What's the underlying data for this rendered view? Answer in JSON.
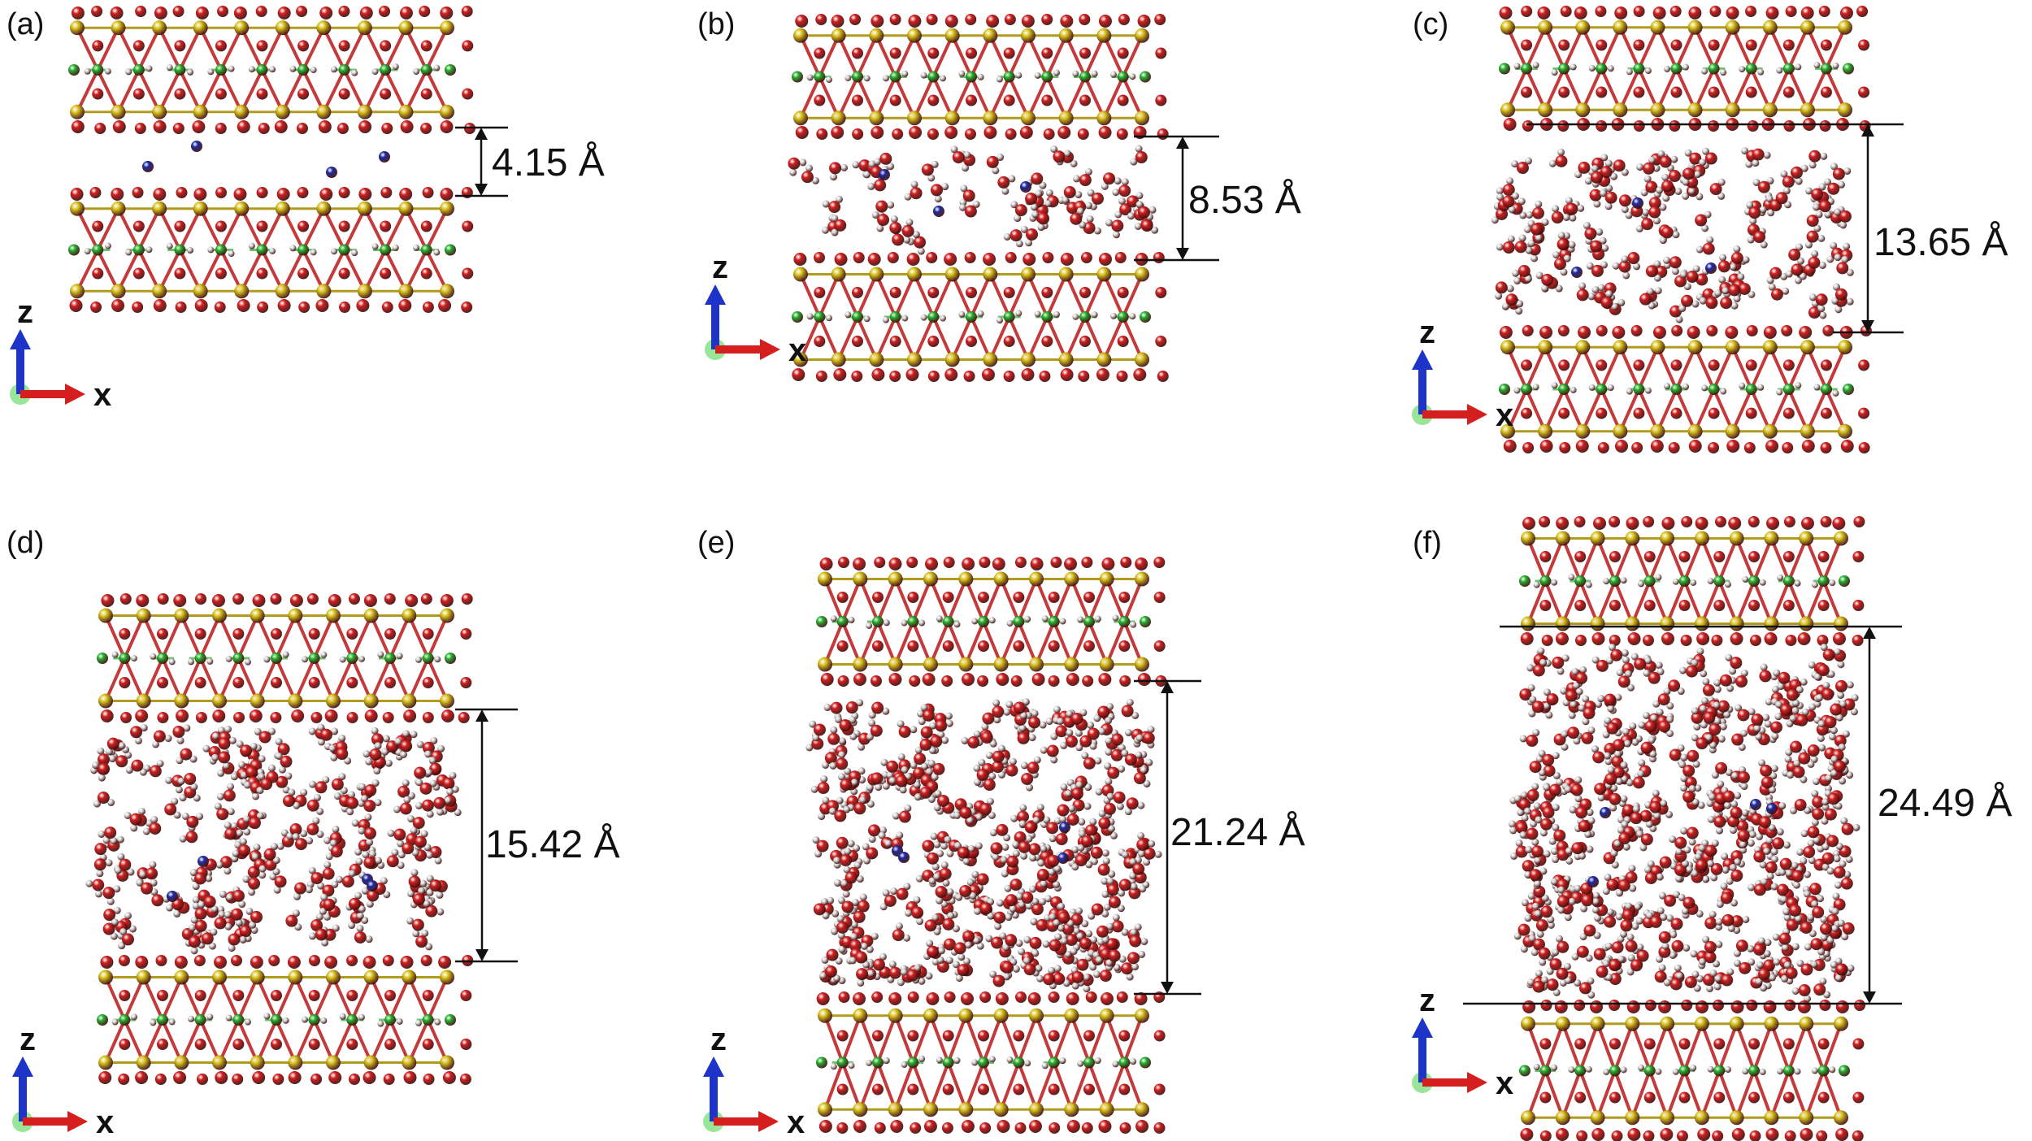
{
  "panels": [
    {
      "label": "(a)",
      "distance": "4.15 Å"
    },
    {
      "label": "(b)",
      "distance": "8.53 Å"
    },
    {
      "label": "(c)",
      "distance": "13.65 Å"
    },
    {
      "label": "(d)",
      "distance": "15.42 Å"
    },
    {
      "label": "(e)",
      "distance": "21.24 Å"
    },
    {
      "label": "(f)",
      "distance": "24.49 Å"
    }
  ],
  "axes": {
    "z": "z",
    "x": "x"
  },
  "colors": {
    "oxygen": "#d21f1f",
    "silicon": "#d8c21a",
    "magnesium": "#23b52e",
    "hydrogen": "#dcdcdc",
    "ion": "#1c2aa6",
    "axis_z": "#1c34c8",
    "axis_x": "#d51e1e",
    "axis_origin": "#7fe07f"
  }
}
